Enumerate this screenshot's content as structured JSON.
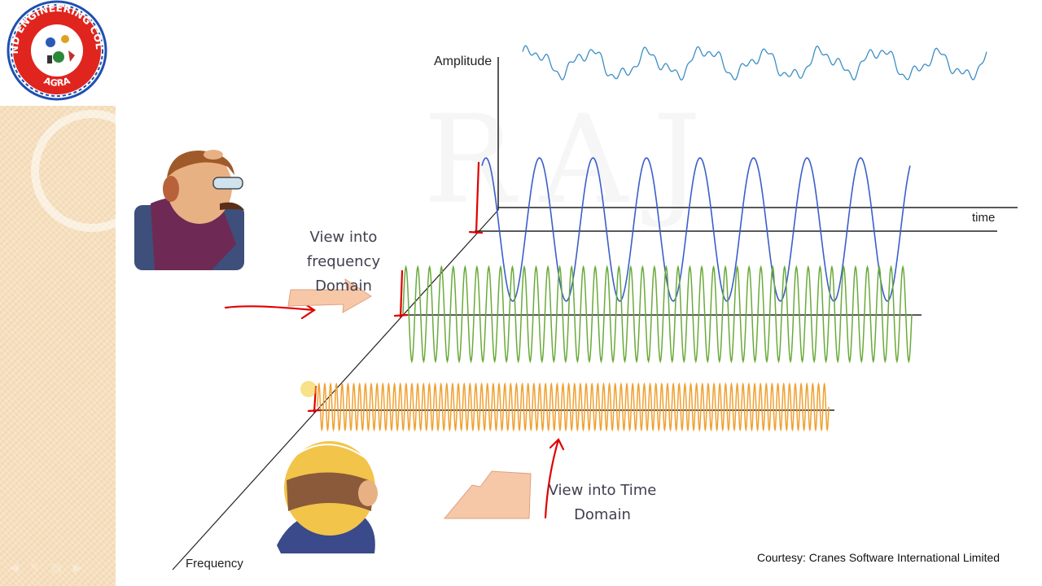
{
  "college": {
    "name": "ANAND ENGINEERING COLLEGE",
    "city": "AGRA"
  },
  "labels": {
    "amplitude": "Amplitude",
    "time": "time",
    "frequency": "Frequency",
    "view_frequency_line1": "View into frequency",
    "view_frequency_line2": "Domain",
    "view_time_line1": "View into Time",
    "view_time_line2": "Domain",
    "courtesy": "Courtesy: Cranes Software International Limited"
  },
  "waves": [
    {
      "color": "#3a5fc8",
      "cycles": 8
    },
    {
      "color": "#6aaa3a",
      "cycles": 43
    },
    {
      "color": "#f0a030",
      "cycles": 88
    }
  ],
  "colors": {
    "composite_signal": "#3b8ec6",
    "annotation": "#e00000",
    "axes": "#222222"
  }
}
